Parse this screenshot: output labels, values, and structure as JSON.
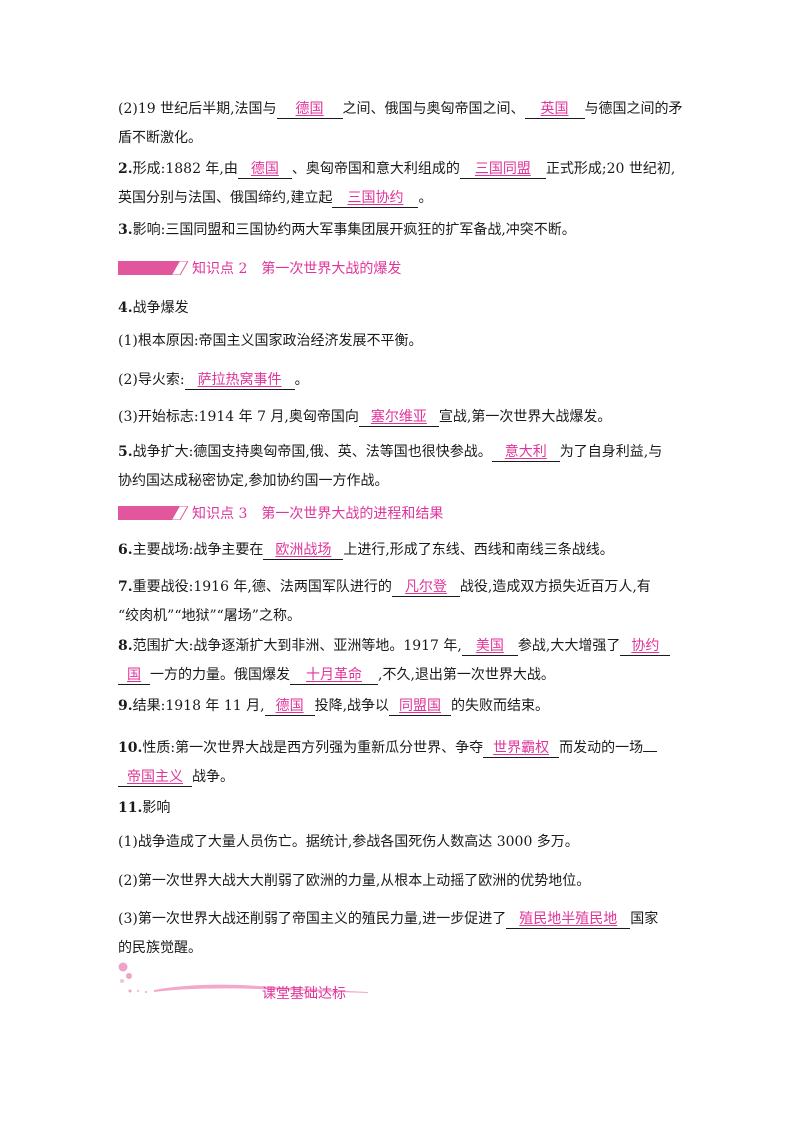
{
  "colors": {
    "accent": "#e0349a",
    "text": "#1a1a1a"
  },
  "p1": {
    "a": "(2)19 世纪后半期,法国与",
    "b1": "德国",
    "c": "之间、俄国与奥匈帝国之间、",
    "b2": "英国",
    "d": "与德国之间的矛",
    "e": "盾不断激化。"
  },
  "p2": {
    "num": "2.",
    "a": "形成:1882 年,由",
    "b1": "德国",
    "c": "、奥匈帝国和意大利组成的",
    "b2": "三国同盟",
    "d": "正式形成;20 世纪初,",
    "e": "英国分别与法国、俄国缔约,建立起",
    "b3": "三国协约",
    "f": "。"
  },
  "p3": {
    "num": "3.",
    "a": "影响:三国同盟和三国协约两大军事集团展开疯狂的扩军备战,冲突不断。"
  },
  "section2": {
    "title": "知识点 2　第一次世界大战的爆发"
  },
  "p4": {
    "num": "4.",
    "a": "战争爆发"
  },
  "p4_1": {
    "a": "(1)根本原因:帝国主义国家政治经济发展不平衡。"
  },
  "p4_2": {
    "a": "(2)导火索:",
    "b1": "萨拉热窝事件",
    "c": "。"
  },
  "p4_3": {
    "a": "(3)开始标志:1914 年 7 月,奥匈帝国向",
    "b1": "塞尔维亚",
    "c": "宣战,第一次世界大战爆发。"
  },
  "p5": {
    "num": "5.",
    "a": "战争扩大:德国支持奥匈帝国,俄、英、法等国也很快参战。",
    "b1": "意大利",
    "c": "为了自身利益,与",
    "d": "协约国达成秘密协定,参加协约国一方作战。"
  },
  "section3": {
    "title": "知识点 3　第一次世界大战的进程和结果"
  },
  "p6": {
    "num": "6.",
    "a": "主要战场:战争主要在",
    "b1": "欧洲战场",
    "c": "上进行,形成了东线、西线和南线三条战线。"
  },
  "p7": {
    "num": "7.",
    "a": "重要战役:1916 年,德、法两国军队进行的",
    "b1": "凡尔登",
    "c": "战役,造成双方损失近百万人,有",
    "d": "“绞肉机”“地狱”“屠场”之称。"
  },
  "p8": {
    "num": "8.",
    "a": "范围扩大:战争逐渐扩大到非洲、亚洲等地。1917 年,",
    "b1": "美国",
    "c": "参战,大大增强了",
    "b2a": "协约",
    "b2b": "国",
    "d": "一方的力量。俄国爆发",
    "b3": "十月革命",
    "e": ",不久,退出第一次世界大战。"
  },
  "p9": {
    "num": "9.",
    "a": "结果:1918 年 11 月,",
    "b1": "德国",
    "c": "投降,战争以",
    "b2": "同盟国",
    "d": "的失败而结束。"
  },
  "p10": {
    "num": "10.",
    "a": "性质:第一次世界大战是西方列强为重新瓜分世界、争夺",
    "b1": "世界霸权",
    "c": "而发动的一场",
    "b2": "帝国主义",
    "d": "战争。"
  },
  "p11": {
    "num": "11.",
    "a": "影响"
  },
  "p11_1": {
    "a": "(1)战争造成了大量人员伤亡。据统计,参战各国死伤人数高达 3000 多万。"
  },
  "p11_2": {
    "a": "(2)第一次世界大战大大削弱了欧洲的力量,从根本上动摇了欧洲的优势地位。"
  },
  "p11_3": {
    "a": "(3)第一次世界大战还削弱了帝国主义的殖民力量,进一步促进了",
    "b1": "殖民地半殖民地",
    "c": "国家",
    "d": "的民族觉醒。"
  },
  "footer": {
    "title": "课堂基础达标"
  }
}
